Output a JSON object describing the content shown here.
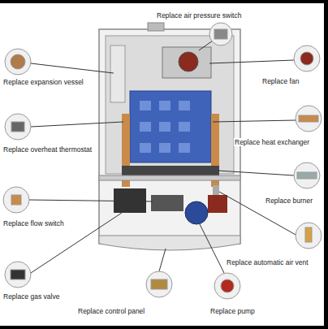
{
  "diagram": {
    "labels": [
      "Replace air pressure switch",
      "Replace expansion vessel",
      "Replace fan",
      "Replace overheat thermostat",
      "Replace heat exchanger",
      "Replace burner",
      "Replace flow switch",
      "Replace automatic air vent",
      "Replace gas valve",
      "Replace control panel",
      "Replace pump"
    ]
  }
}
